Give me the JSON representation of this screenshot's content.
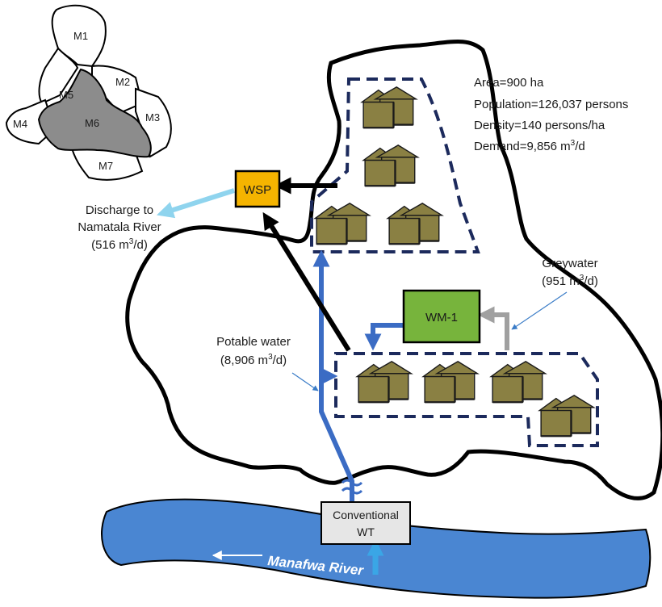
{
  "inset_map": {
    "zones": [
      "M1",
      "M2",
      "M3",
      "M4",
      "M5",
      "M6",
      "M7"
    ],
    "highlighted_zone": "M6",
    "highlight_color": "#8c8c8c"
  },
  "stats": {
    "area": "Area=900 ha",
    "population": "Population=126,037 persons",
    "density": "Density=140 persons/ha",
    "demand_prefix": "Demand=9,856 m",
    "demand_sup": "3",
    "demand_suffix": "/d"
  },
  "wsp": {
    "label": "WSP",
    "color": "#f5b400"
  },
  "wm1": {
    "label": "WM-1",
    "color": "#77b43c"
  },
  "wt": {
    "line1": "Conventional",
    "line2": "WT",
    "color": "#e6e6e6"
  },
  "discharge": {
    "line1": "Discharge to",
    "line2": "Namatala River",
    "line3_prefix": "(516 m",
    "line3_sup": "3",
    "line3_suffix": "/d)",
    "arrow_color": "#8fd4ee"
  },
  "greywater": {
    "line1": "Greywater",
    "line2_prefix": "(951 m",
    "line2_sup": "3",
    "line2_suffix": "/d)",
    "arrow_color": "#a0a0a0"
  },
  "potable": {
    "line1": "Potable water",
    "line2_prefix": "(8,906 m",
    "line2_sup": "3",
    "line2_suffix": "/d)",
    "pipe_color": "#3b6cc4"
  },
  "river": {
    "label": "Manafwa River",
    "color": "#4a86d2"
  },
  "colors": {
    "outline": "#000000",
    "cluster_border": "#1c2a5c",
    "house": "#8a8043"
  }
}
